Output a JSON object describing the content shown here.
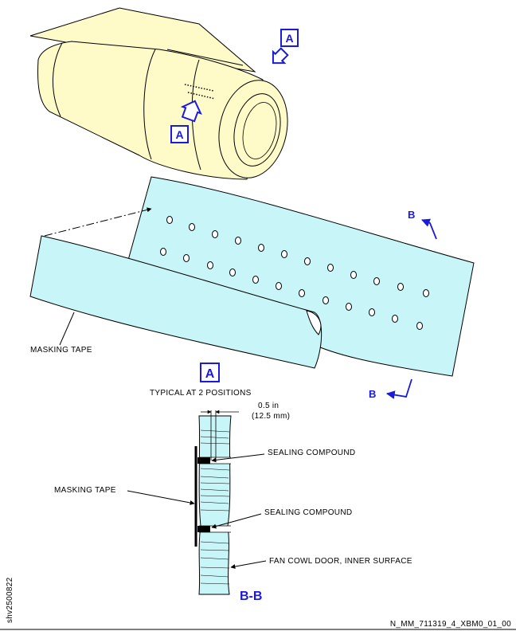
{
  "colors": {
    "nacelle": "#fffbc8",
    "panel": "#c8f5f8",
    "callout": "#1a1adc",
    "line": "#000000"
  },
  "view_a": {
    "callout_letter": "A",
    "view_label": "A",
    "typical_note": "TYPICAL AT 2 POSITIONS"
  },
  "section": {
    "cut_letter": "B",
    "title": "B-B"
  },
  "labels": {
    "masking_tape_top": "MASKING TAPE",
    "masking_tape_section": "MASKING TAPE",
    "sealing_compound_1": "SEALING COMPOUND",
    "sealing_compound_2": "SEALING COMPOUND",
    "fan_cowl_door": "FAN COWL DOOR, INNER SURFACE"
  },
  "dimension": {
    "inch": "0.5 in",
    "mm": "(12.5 mm)"
  },
  "side_id": "shv2500822",
  "drawing_id": "N_MM_711319_4_XBM0_01_00"
}
